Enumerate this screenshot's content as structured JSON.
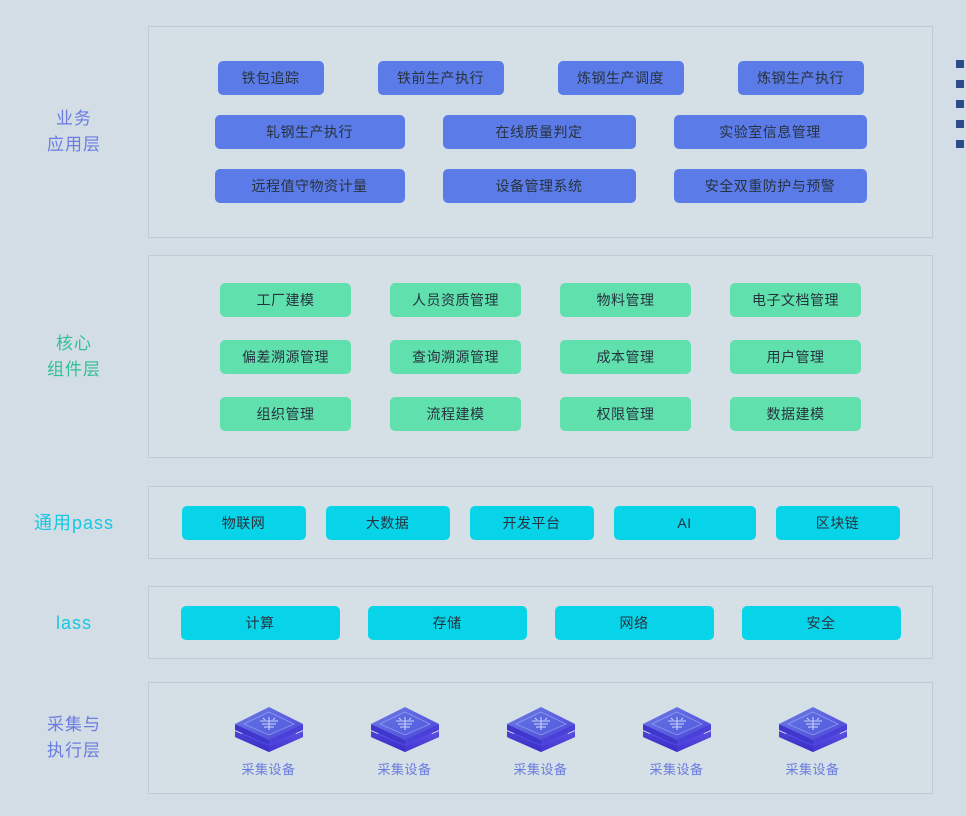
{
  "background_color": "#d3dde5",
  "layers": [
    {
      "id": "business",
      "label": "业务\n应用层",
      "label_color": "#6b7ce0",
      "chip_color": "#5b7ce8",
      "rows": [
        [
          "铁包追踪",
          "铁前生产执行",
          "炼钢生产调度",
          "炼钢生产执行"
        ],
        [
          "轧钢生产执行",
          "在线质量判定",
          "实验室信息管理"
        ],
        [
          "远程值守物资计量",
          "设备管理系统",
          "安全双重防护与预警"
        ]
      ]
    },
    {
      "id": "core",
      "label": "核心\n组件层",
      "label_color": "#2fbf94",
      "chip_color": "#5fe0ad",
      "rows": [
        [
          "工厂建模",
          "人员资质管理",
          "物料管理",
          "电子文档管理"
        ],
        [
          "偏差溯源管理",
          "查询溯源管理",
          "成本管理",
          "用户管理"
        ],
        [
          "组织管理",
          "流程建模",
          "权限管理",
          "数据建模"
        ]
      ]
    },
    {
      "id": "paas",
      "label": "通用pass",
      "label_color": "#16c8e0",
      "chip_color": "#07d4e8",
      "rows": [
        [
          "物联网",
          "大数据",
          "开发平台",
          "AI",
          "区块链"
        ]
      ]
    },
    {
      "id": "iaas",
      "label": "lass",
      "label_color": "#16c8e0",
      "chip_color": "#07d4e8",
      "rows": [
        [
          "计算",
          "存储",
          "网络",
          "安全"
        ]
      ]
    },
    {
      "id": "acquisition",
      "label": "采集与\n执行层",
      "label_color": "#6b7ce0",
      "devices": [
        {
          "icon": "isometric-device-icon",
          "label": "采集设备"
        },
        {
          "icon": "isometric-device-icon",
          "label": "采集设备"
        },
        {
          "icon": "isometric-device-icon",
          "label": "采集设备"
        },
        {
          "icon": "isometric-device-icon",
          "label": "采集设备"
        },
        {
          "icon": "isometric-device-icon",
          "label": "采集设备"
        }
      ]
    }
  ],
  "edge_list": {
    "name": "cut-off-bullet-list",
    "bullet_color": "#2e4a8c",
    "bullet_count": 5
  }
}
